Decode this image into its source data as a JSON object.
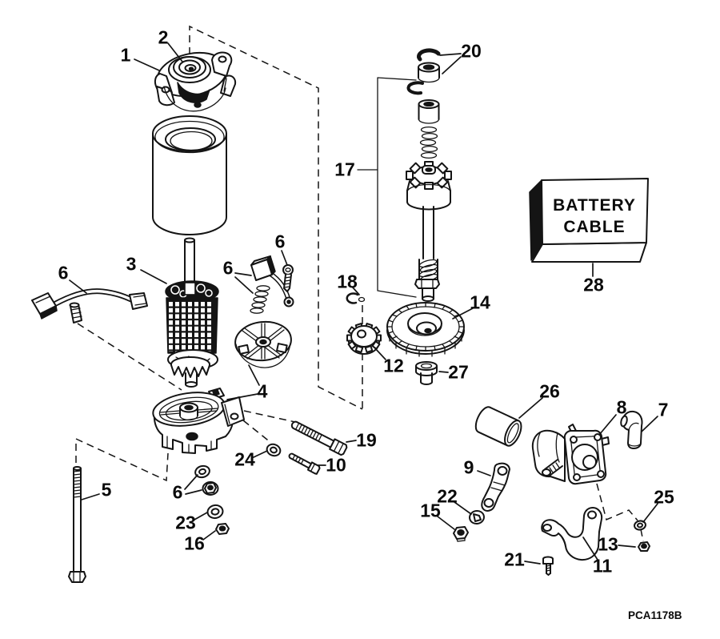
{
  "diagram": {
    "code": "PCA1178B",
    "battery_box": {
      "line1": "BATTERY",
      "line2": "CABLE"
    },
    "callouts": [
      {
        "label": "1"
      },
      {
        "label": "2"
      },
      {
        "label": "20"
      },
      {
        "label": "17"
      },
      {
        "label": "6"
      },
      {
        "label": "3"
      },
      {
        "label": "6"
      },
      {
        "label": "6"
      },
      {
        "label": "18"
      },
      {
        "label": "14"
      },
      {
        "label": "12"
      },
      {
        "label": "27"
      },
      {
        "label": "28"
      },
      {
        "label": "4"
      },
      {
        "label": "26"
      },
      {
        "label": "8"
      },
      {
        "label": "7"
      },
      {
        "label": "19"
      },
      {
        "label": "24"
      },
      {
        "label": "10"
      },
      {
        "label": "9"
      },
      {
        "label": "5"
      },
      {
        "label": "6"
      },
      {
        "label": "22"
      },
      {
        "label": "25"
      },
      {
        "label": "15"
      },
      {
        "label": "23"
      },
      {
        "label": "16"
      },
      {
        "label": "13"
      },
      {
        "label": "21"
      },
      {
        "label": "11"
      }
    ]
  }
}
